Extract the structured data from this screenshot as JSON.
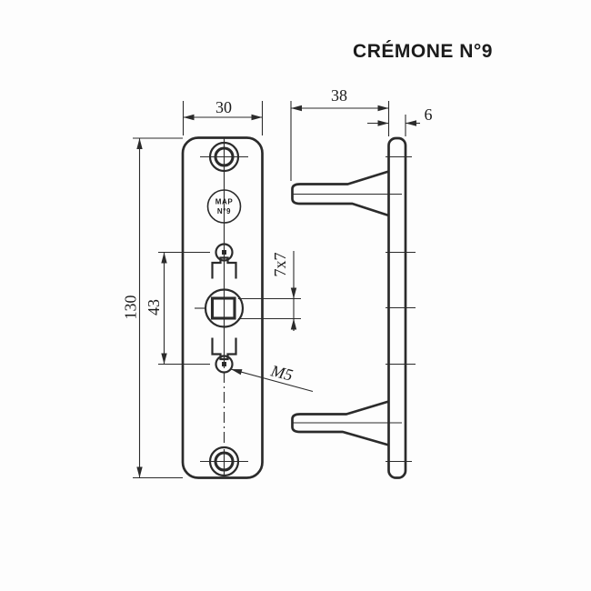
{
  "title": "CRÉMONE N°9",
  "logo": {
    "line1": "MAP",
    "line2": "N°9"
  },
  "dims": {
    "plate_width": "30",
    "plate_height": "130",
    "hole_spacing": "43",
    "square_hole": "7x7",
    "thread": "M5",
    "arm_depth": "38",
    "plate_thickness": "6"
  },
  "colors": {
    "line": "#2b2b2b",
    "text": "#1b1b1b",
    "background": "#fdfdfd"
  }
}
